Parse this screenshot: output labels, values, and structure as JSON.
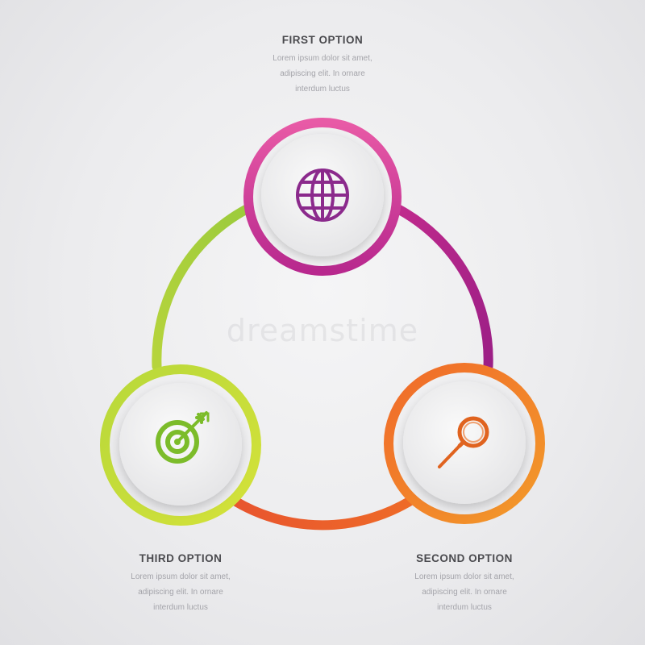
{
  "options": [
    {
      "title": "FIRST OPTION",
      "description": [
        "Lorem ipsum dolor sit amet,",
        "adipiscing elit. In ornare",
        "interdum luctus"
      ],
      "icon": "globe-icon",
      "color": "#c8328f"
    },
    {
      "title": "SECOND OPTION",
      "description": [
        "Lorem ipsum dolor sit amet,",
        "adipiscing elit. In ornare",
        "interdum luctus"
      ],
      "icon": "magnifier-icon",
      "color": "#f07a22"
    },
    {
      "title": "THIRD OPTION",
      "description": [
        "Lorem ipsum dolor sit amet,",
        "adipiscing elit. In ornare",
        "interdum luctus"
      ],
      "icon": "target-icon",
      "color": "#a6cf3a"
    }
  ],
  "watermark": "dreamstime",
  "colors": {
    "magenta": "#c8328f",
    "pink": "#e44c9a",
    "purple": "#a8208a",
    "orange": "#f07a22",
    "red_orange": "#e8452e",
    "lime": "#a6cf3a",
    "yellow_green": "#cde03a",
    "icon_purple": "#8b2a8c",
    "icon_green": "#7cbc2a",
    "icon_orange": "#e0631f"
  }
}
